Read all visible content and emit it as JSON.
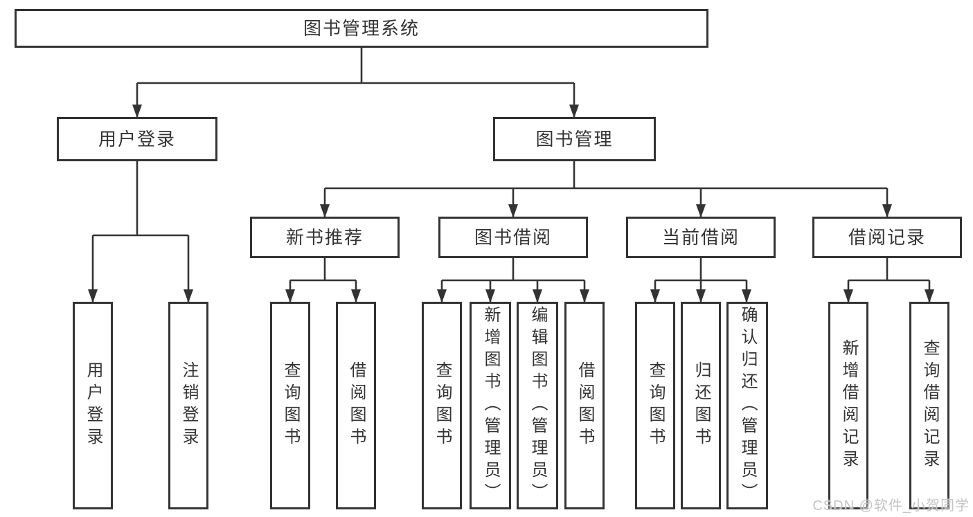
{
  "tree": {
    "label": "图书管理系统",
    "children": [
      {
        "label": "用户登录",
        "children": [
          {
            "label": "用户登录"
          },
          {
            "label": "注销登录"
          }
        ]
      },
      {
        "label": "图书管理",
        "children": [
          {
            "label": "新书推荐",
            "children": [
              {
                "label": "查询图书"
              },
              {
                "label": "借阅图书"
              }
            ]
          },
          {
            "label": "图书借阅",
            "children": [
              {
                "label": "查询图书"
              },
              {
                "label": "新增图书（管理员）"
              },
              {
                "label": "编辑图书（管理员）"
              },
              {
                "label": "借阅图书"
              }
            ]
          },
          {
            "label": "当前借阅",
            "children": [
              {
                "label": "查询图书"
              },
              {
                "label": "归还图书"
              },
              {
                "label": "确认归还（管理员）"
              }
            ]
          },
          {
            "label": "借阅记录",
            "children": [
              {
                "label": "新增借阅记录"
              },
              {
                "label": "查询借阅记录"
              }
            ]
          }
        ]
      }
    ]
  },
  "watermark": {
    "text": "CSDN @软件_小贺同学"
  },
  "colors": {
    "line": "#333333",
    "box_border": "#333333",
    "text": "#333333",
    "background": "#ffffff",
    "watermark": "#c4c4c4"
  }
}
